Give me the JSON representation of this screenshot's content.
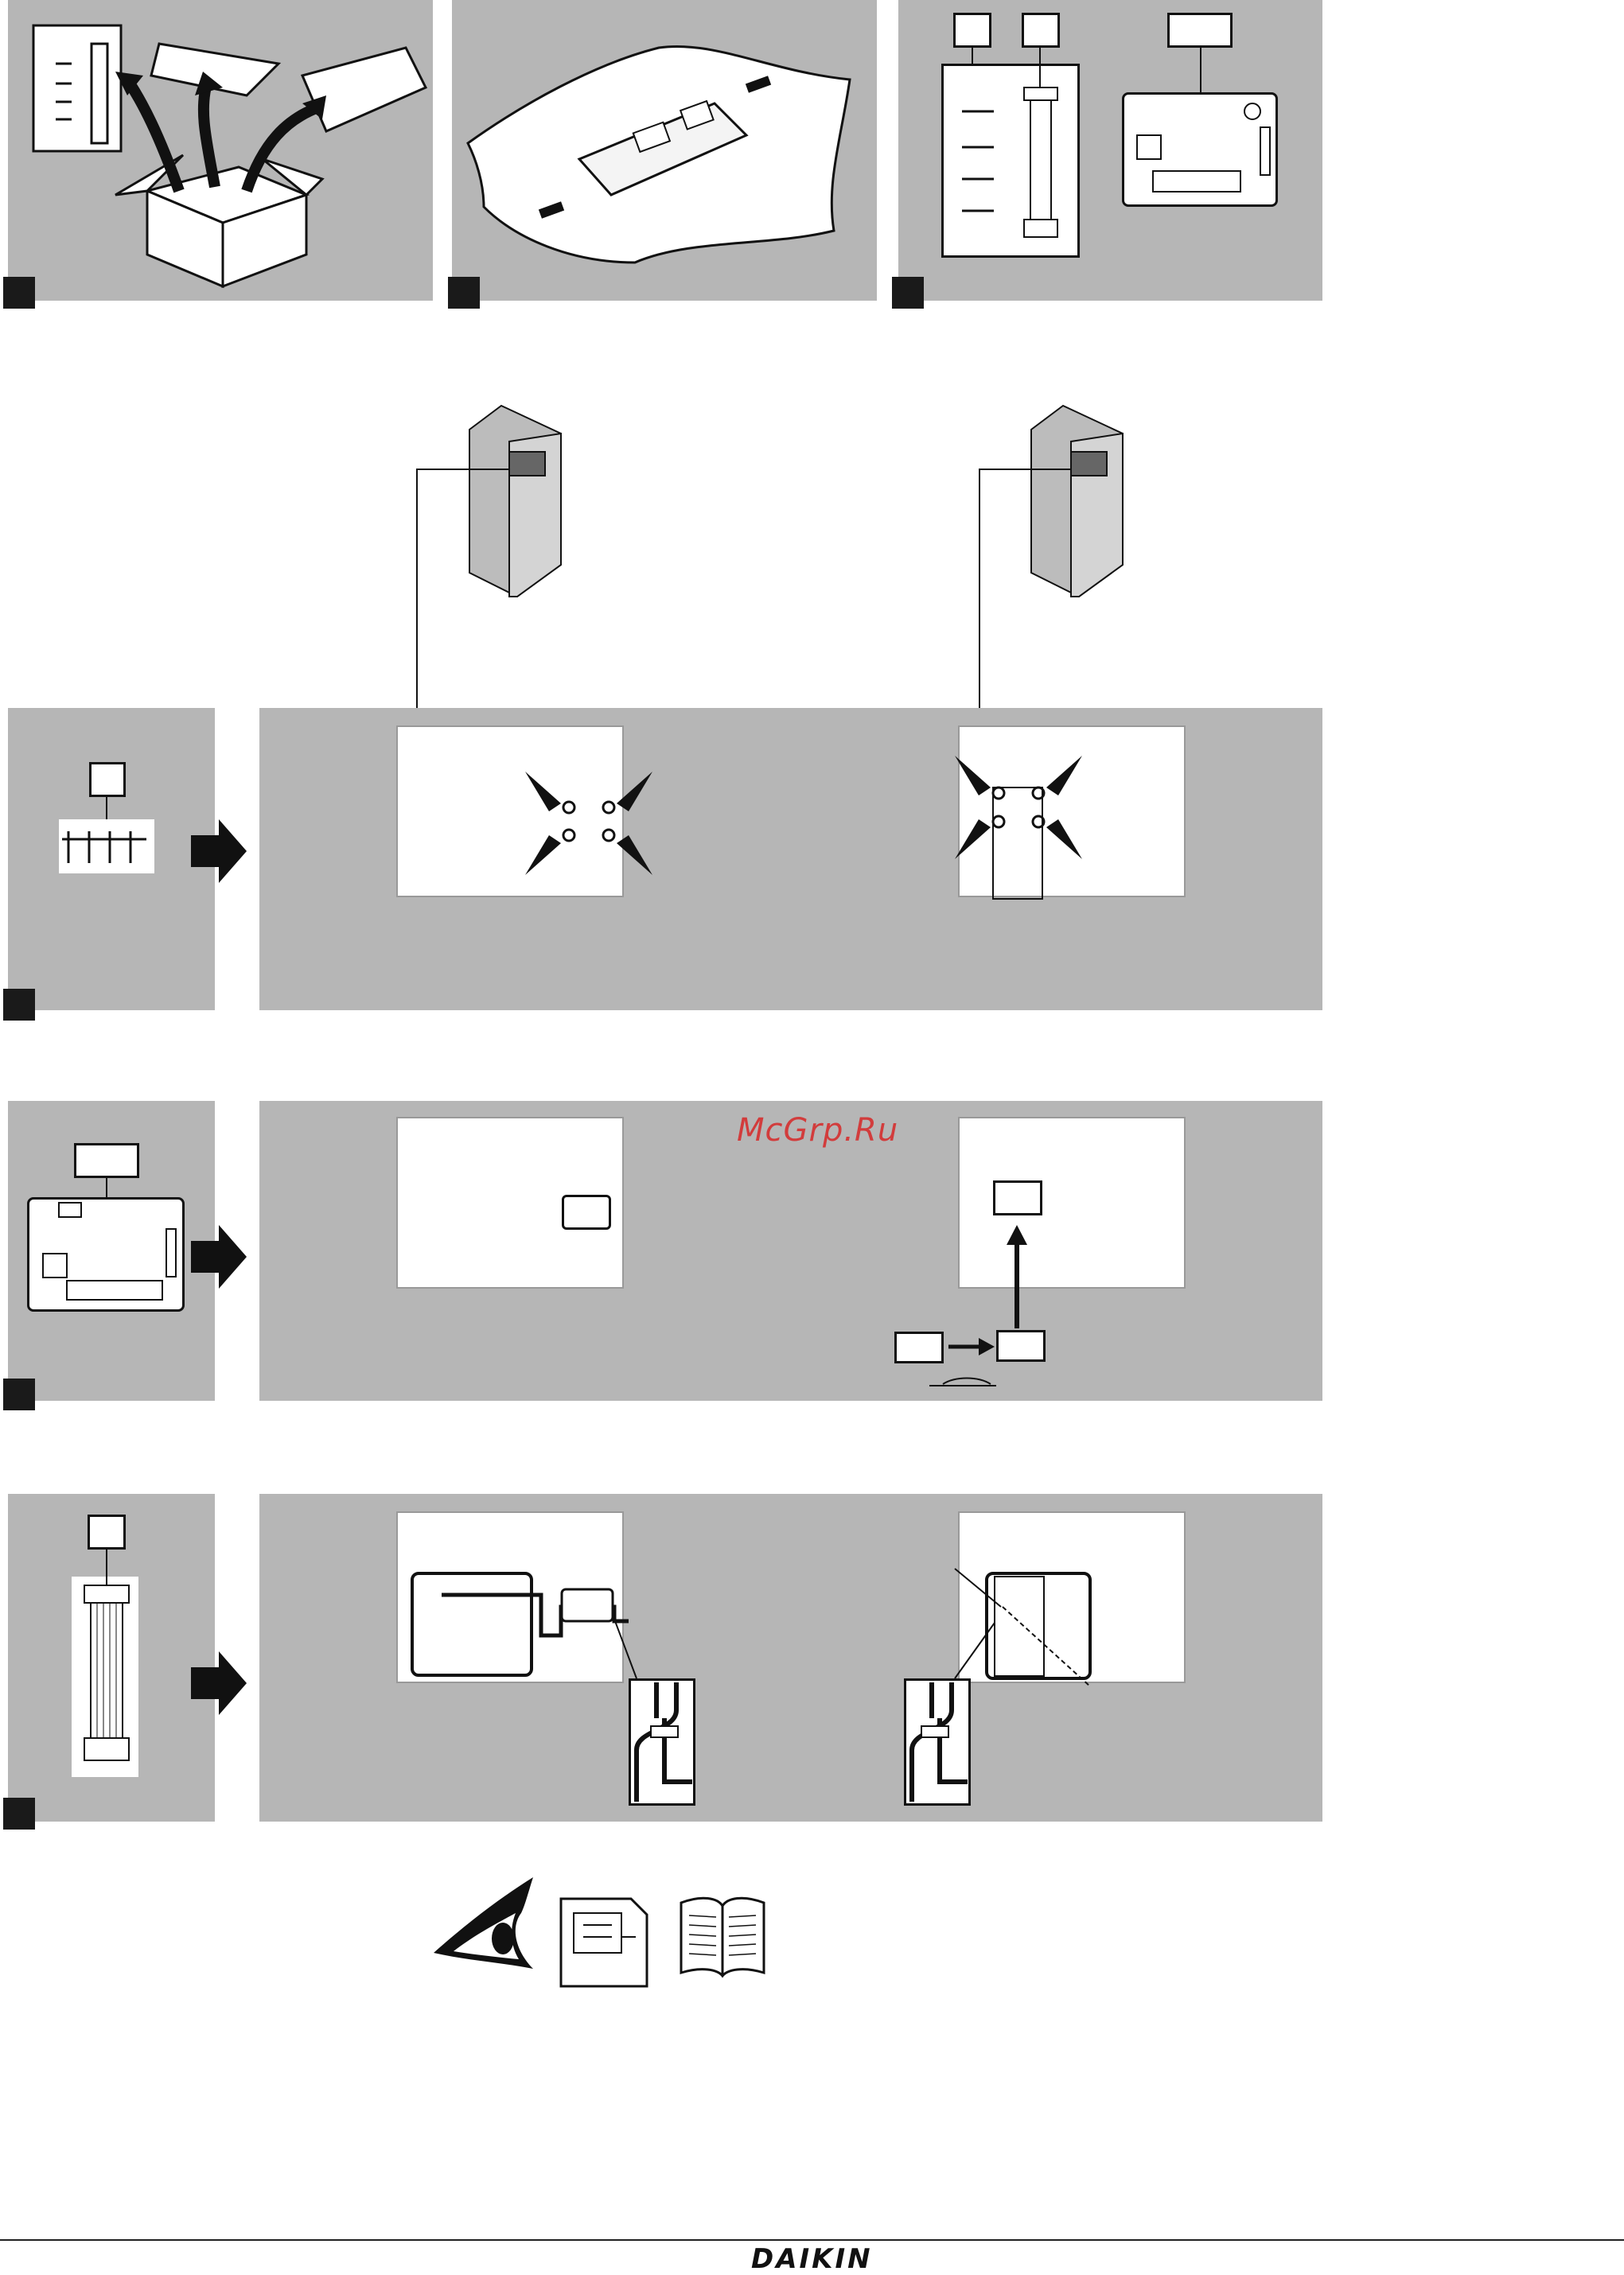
{
  "page": {
    "watermark": "McGrp.Ru",
    "brand": "DAIKIN"
  },
  "steps": [
    {
      "id": 1,
      "panels": [
        "unpack-box",
        "unwrap-bag",
        "identify-accessories"
      ]
    },
    {
      "id": 2,
      "panels": [
        "screws-accessory",
        "mount-screws-unit-a",
        "mount-screws-unit-b"
      ]
    },
    {
      "id": 3,
      "panels": [
        "pcb-accessory",
        "mount-pcb-unit-a",
        "mount-pcb-unit-b"
      ]
    },
    {
      "id": 4,
      "panels": [
        "harness-accessory",
        "connect-harness-unit-a",
        "connect-harness-unit-b"
      ]
    }
  ],
  "icons": [
    "eye-icon",
    "wiring-diagram-icon",
    "manual-book-icon"
  ]
}
